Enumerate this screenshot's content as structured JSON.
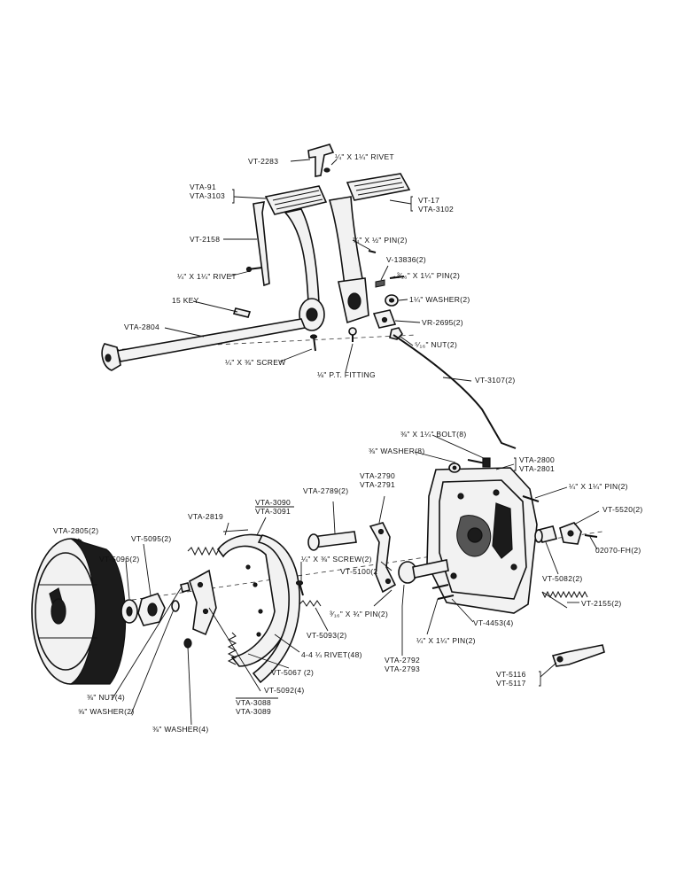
{
  "colors": {
    "ink": "#111111",
    "paper": "#ffffff"
  },
  "labels": {
    "vt2283": "VT-2283",
    "rivet_quarter_top": "¼\" X 1¼\" RIVET",
    "vta91": "VTA-91",
    "vta3103": "VTA-3103",
    "vt17": "VT-17",
    "vta3102": "VTA-3102",
    "vt2158": "VT-2158",
    "pin_quarter_half": "¼\" X ½\" PIN(2)",
    "v13836": "V-13836(2)",
    "pin_3_16": "³⁄₁₆\" X 1¼\" PIN(2)",
    "rivet_left": "¼\" X 1¼\" RIVET",
    "washer_1_quarter": "1¼\" WASHER(2)",
    "key_15": "15 KEY",
    "vr2695": "VR-2695(2)",
    "vta2804": "VTA-2804",
    "nut_top": "⁵⁄₁₆\" NUT(2)",
    "screw_top": "¼\" X ⅜\" SCREW",
    "pt_fitting": "⅛\" P.T. FITTING",
    "vt3107": "VT-3107(2)",
    "bolt_8": "⅜\" X 1¼\" BOLT(8)",
    "washer_8": "⅜\" WASHER(8)",
    "vta2800": "VTA-2800",
    "vta2801": "VTA-2801",
    "vta2790": "VTA-2790",
    "vta2791": "VTA-2791",
    "vta2789": "VTA-2789(2)",
    "vta3090": "VTA-3090",
    "vta3091": "VTA-3091",
    "pin_right": "¼\" X 1¼\" PIN(2)",
    "vta2819": "VTA-2819",
    "vt5520": "VT-5520(2)",
    "vta2805": "VTA-2805(2)",
    "vt5095": "VT-5095(2)",
    "screw_mid": "¼\" X ⅜\" SCREW(2)",
    "vt5100": "VT-5100(2",
    "fh02070": "02070-FH(2)",
    "vt5096": "VT-5096(2)",
    "vt5082": "VT-5082(2)",
    "pin_3_16_b": "³⁄₁₆\" X ¾\" PIN(2)",
    "vt2155": "VT-2155(2)",
    "vt4453": "VT-4453(4)",
    "vt5093": "VT-5093(2)",
    "pin_lower": "¼\" X 1¼\" PIN(2)",
    "vta2792": "VTA-2792",
    "vta2793": "VTA-2793",
    "rivet_48": "4-4 ¼ RIVET(48)",
    "vt5067": "VT-5067 (2)",
    "vt5116": "VT-5116",
    "vt5117": "VT-5117",
    "nut_4": "⅜\" NUT(4)",
    "vt5092": "VT-5092(4)",
    "washer_2": "⅝\" WASHER(2)",
    "vta3088": "VTA-3088",
    "vta3089": "VTA-3089",
    "washer_4": "⅜\" WASHER(4)"
  }
}
